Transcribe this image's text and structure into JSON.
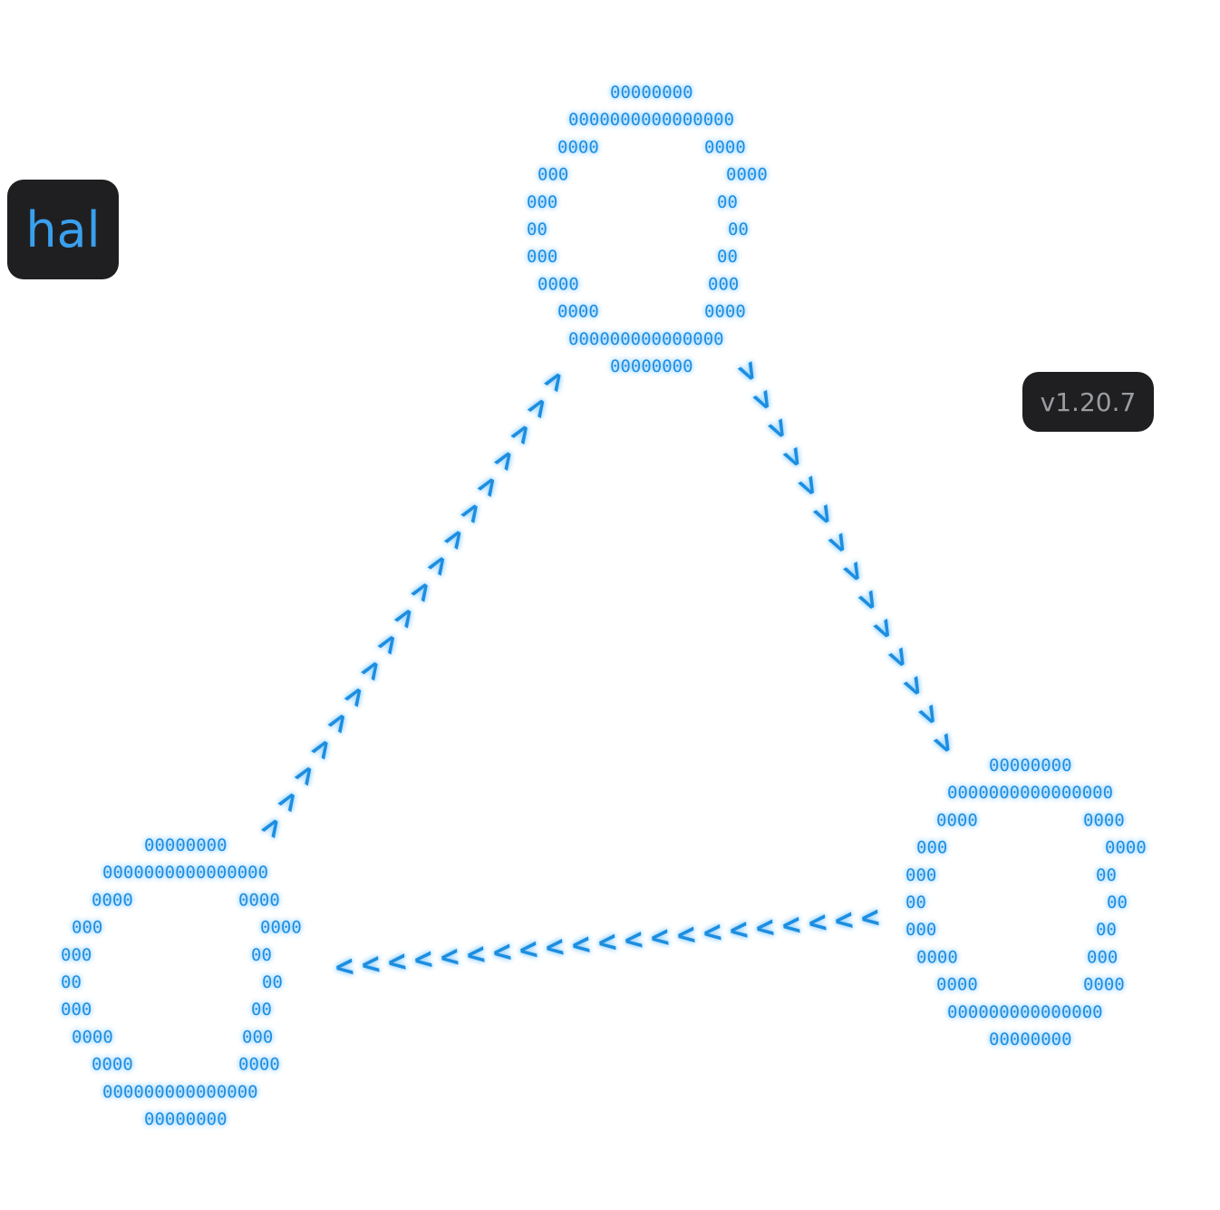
{
  "logo": {
    "label": "hal"
  },
  "version": {
    "label": "v1.20.7"
  },
  "accent_color": "#1b8ee0",
  "node_art": {
    "rows": [
      "00000000",
      "0000000000000000",
      "0000        0000",
      "000          0000",
      "000            00",
      "00              00",
      "000            00",
      "0000          000",
      "0000        0000",
      "000000000000000",
      "00000000"
    ]
  },
  "arrows": {
    "top_to_right": ">>>>>>>>>>>>>>",
    "left_to_top": ">>>>>>>>>>>>>>>>>>",
    "right_to_left": "<<<<<<<<<<<<<<<<<<<<<"
  }
}
